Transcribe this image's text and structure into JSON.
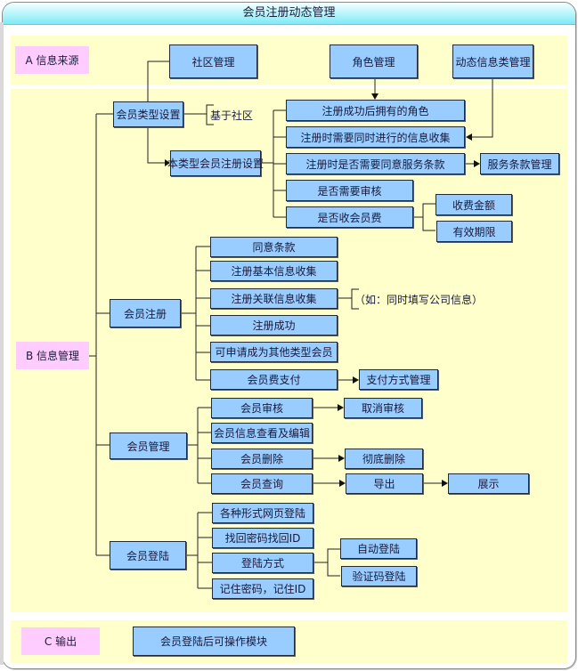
{
  "window": {
    "title": "会员注册动态管理"
  },
  "sections": {
    "A": {
      "label": "A 信息来源"
    },
    "B": {
      "label": "B 信息管理"
    },
    "C": {
      "label": "C 输出"
    }
  },
  "colors": {
    "band": "#ffffcc",
    "section_label": "#ffccff",
    "node": "#99ccff",
    "title_gradient_end": "#7feaf6"
  },
  "sources": {
    "community_mgmt": "社区管理",
    "role_mgmt": "角色管理",
    "dynamic_info_mgmt": "动态信息类管理"
  },
  "member_type": {
    "label": "会员类型设置",
    "note": "基于社区",
    "reg_settings": {
      "label": "本类型会员注册设置",
      "items": [
        "注册成功后拥有的角色",
        "注册时需要同时进行的信息收集",
        "注册时是否需要同意服务条款",
        "是否需要审核",
        "是否收会员费"
      ],
      "terms_mgmt": "服务条款管理",
      "fee_children": [
        "收费金额",
        "有效期限"
      ]
    }
  },
  "registration": {
    "label": "会员注册",
    "items": [
      "同意条款",
      "注册基本信息收集",
      "注册关联信息收集",
      "注册成功",
      "可申请成为其他类型会员",
      "会员费支付"
    ],
    "related_note": "（如：同时填写公司信息）",
    "payment_mgmt": "支付方式管理"
  },
  "management": {
    "label": "会员管理",
    "items": [
      "会员审核",
      "会员信息查看及编辑",
      "会员删除",
      "会员查询"
    ],
    "cancel_review": "取消审核",
    "hard_delete": "彻底删除",
    "export": "导出",
    "display": "展示"
  },
  "login": {
    "label": "会员登陆",
    "items": [
      "各种形式网页登陆",
      "找回密码找回ID",
      "登陆方式",
      "记住密码，记住ID"
    ],
    "methods": [
      "自动登陆",
      "验证码登陆"
    ]
  },
  "output": {
    "module": "会员登陆后可操作模块"
  }
}
